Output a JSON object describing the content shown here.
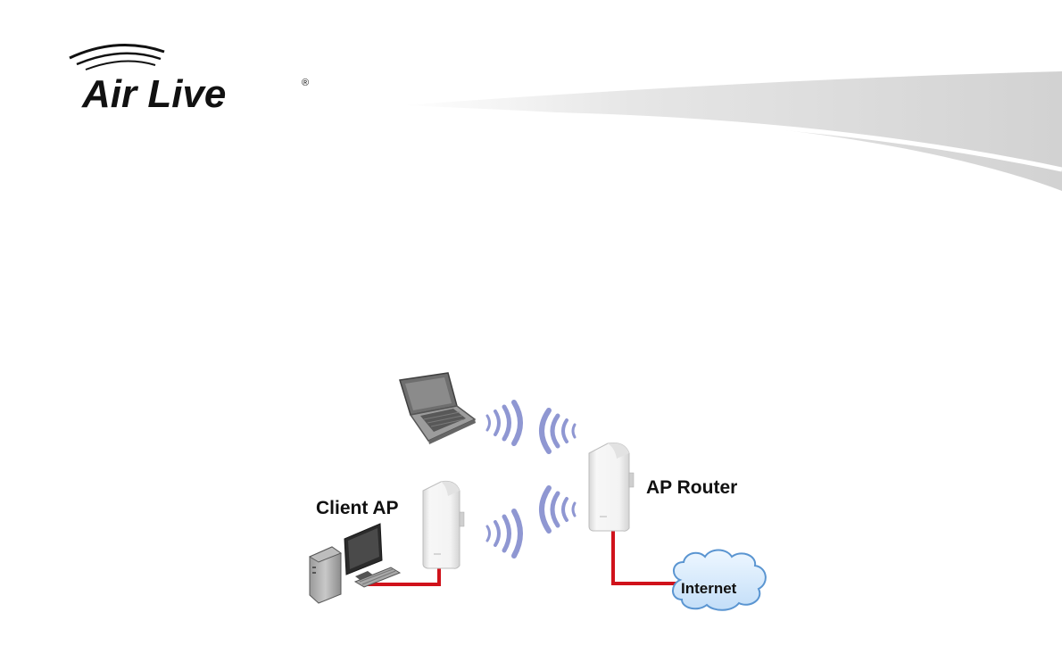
{
  "header": {
    "logo_text": "Air Live",
    "logo_mark": "®"
  },
  "diagram": {
    "labels": {
      "client_ap": "Client AP",
      "ap_router": "AP Router",
      "internet": "Internet"
    },
    "colors": {
      "link": "#d0121b",
      "cloud_fill": "#cfe6fb",
      "cloud_stroke": "#5a95d1",
      "wave": "#8f97d2",
      "device": "#eeeeee",
      "banner_swoosh": "#d9d9d9"
    },
    "icons": [
      "laptop-icon",
      "desktop-computer-icon",
      "client-ap-device-icon",
      "ap-router-device-icon",
      "internet-cloud-icon",
      "wireless-wave-icon"
    ]
  }
}
